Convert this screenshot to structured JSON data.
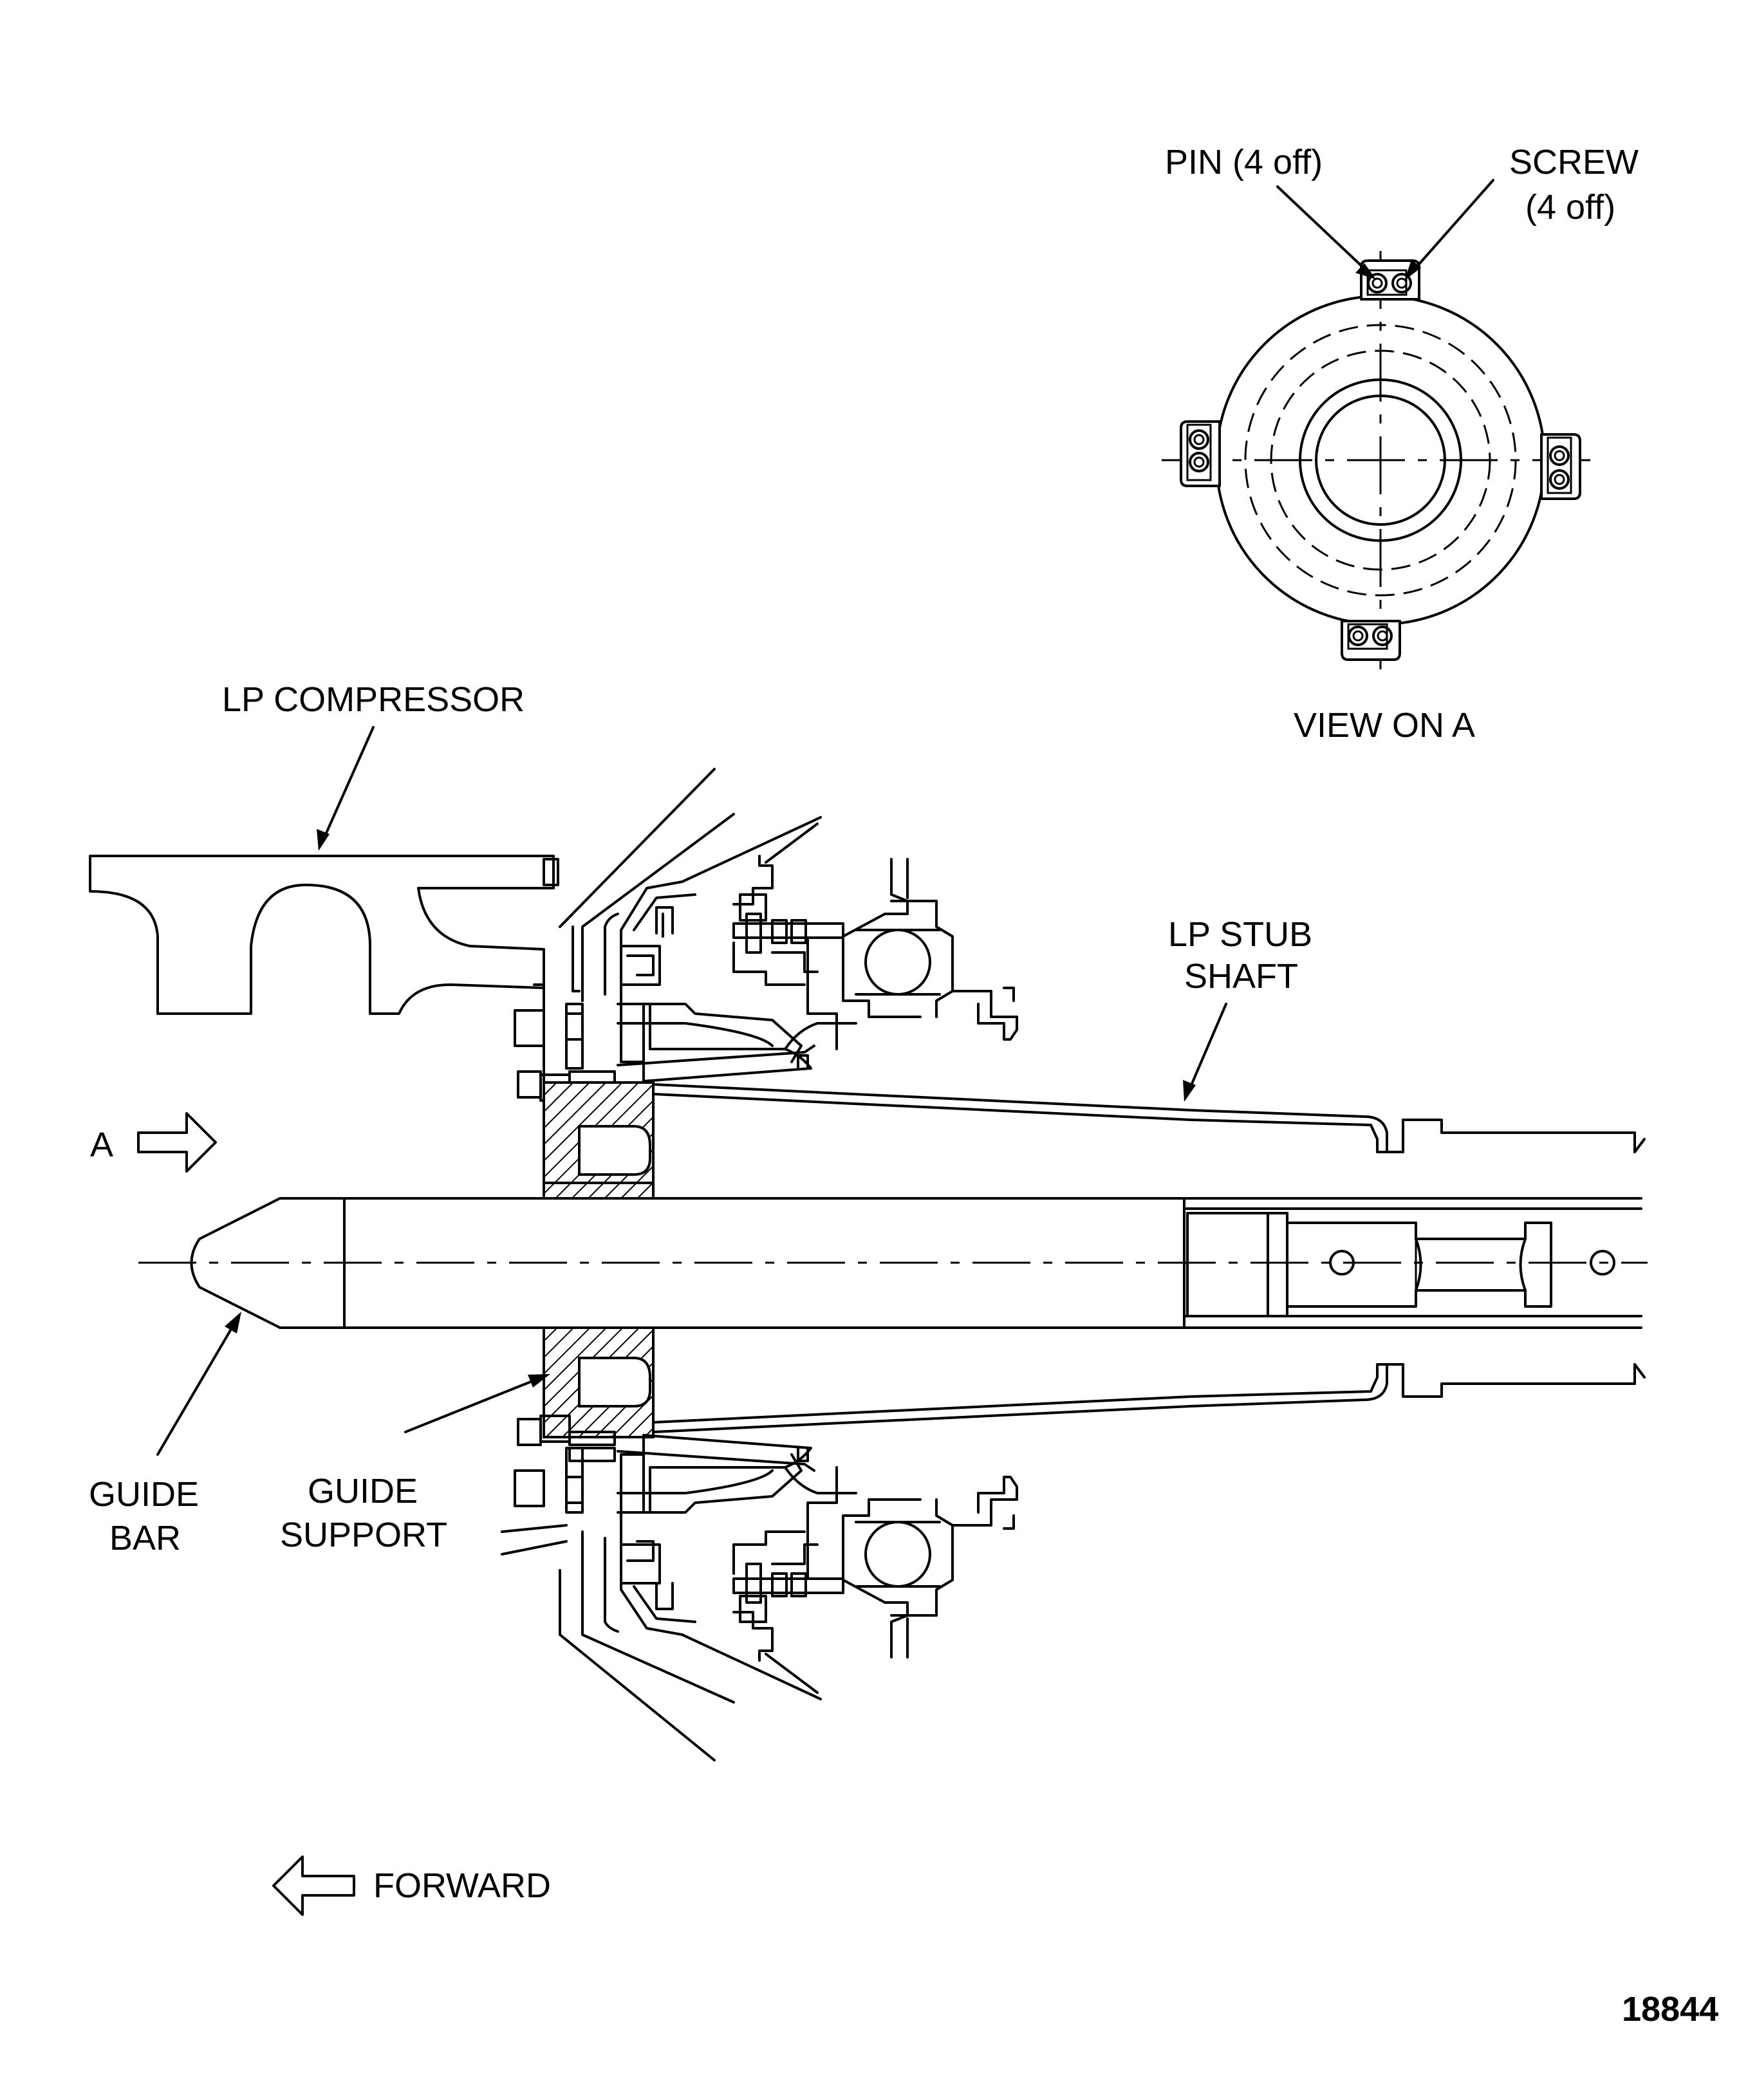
{
  "labels": {
    "pin_line1": "PIN (4 off)",
    "screw_line1": "SCREW",
    "screw_line2": "(4 off)",
    "view_on_a": "VIEW ON A",
    "lp_compressor": "LP COMPRESSOR",
    "lp_stub_line1": "LP STUB",
    "lp_stub_line2": "SHAFT",
    "a_marker": "A",
    "guide_bar_line1": "GUIDE",
    "guide_bar_line2": "BAR",
    "guide_support_line1": "GUIDE",
    "guide_support_line2": "SUPPORT",
    "forward": "FORWARD",
    "figure_number": "18844"
  }
}
